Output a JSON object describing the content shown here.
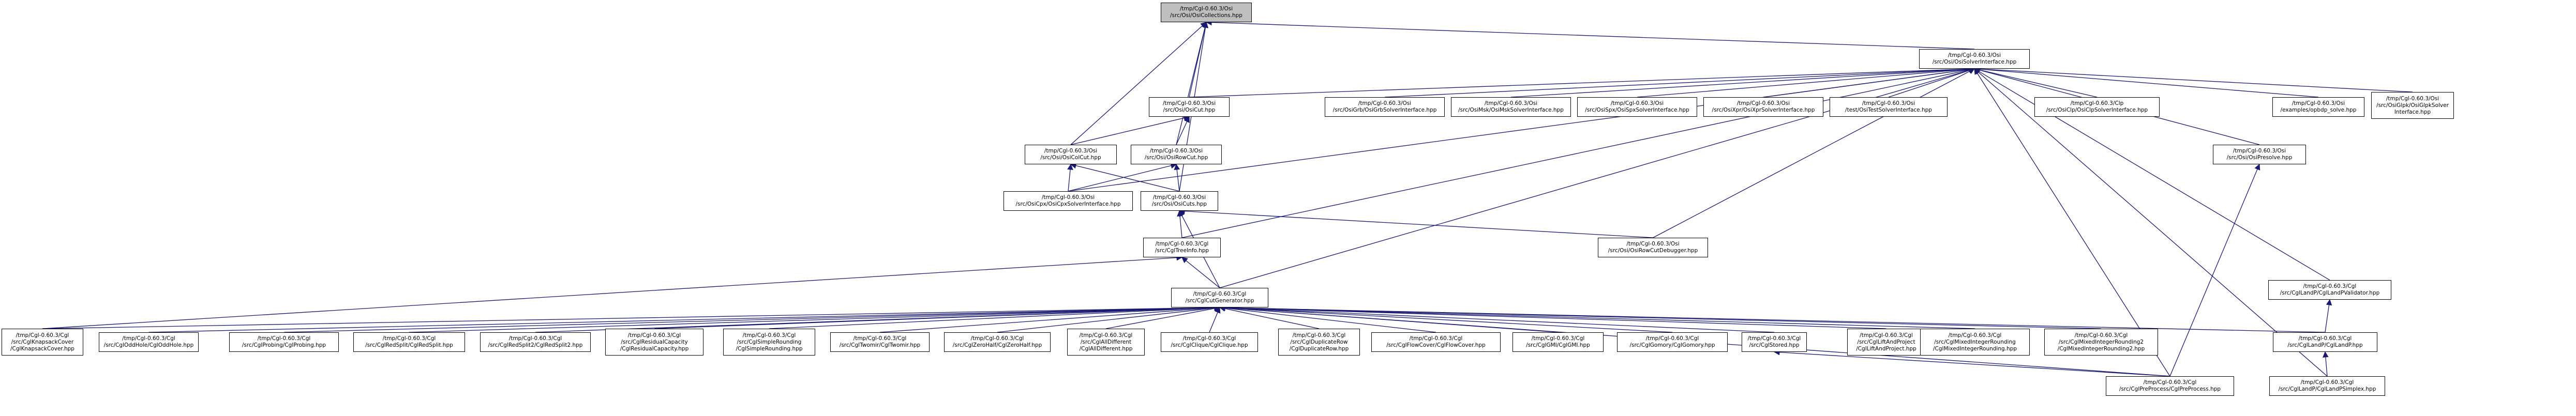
{
  "graph": {
    "edge_color": "#191970",
    "root_fill": "#bfbfbf",
    "node_fill": "#ffffff",
    "nodes": [
      {
        "id": "collections",
        "lines": [
          "/tmp/Cgl-0.60.3/Osi",
          "/src/Osi/OsiCollections.hpp"
        ],
        "root": true
      },
      {
        "id": "solverinterface",
        "lines": [
          "/tmp/Cgl-0.60.3/Osi",
          "/src/Osi/OsiSolverInterface.hpp"
        ]
      },
      {
        "id": "cut",
        "lines": [
          "/tmp/Cgl-0.60.3/Osi",
          "/src/Osi/OsiCut.hpp"
        ]
      },
      {
        "id": "grb",
        "lines": [
          "/tmp/Cgl-0.60.3/Osi",
          "/src/OsiGrb/OsiGrbSolverInterface.hpp"
        ]
      },
      {
        "id": "msk",
        "lines": [
          "/tmp/Cgl-0.60.3/Osi",
          "/src/OsiMsk/OsiMskSolverInterface.hpp"
        ]
      },
      {
        "id": "spx",
        "lines": [
          "/tmp/Cgl-0.60.3/Osi",
          "/src/OsiSpx/OsiSpxSolverInterface.hpp"
        ]
      },
      {
        "id": "xpr",
        "lines": [
          "/tmp/Cgl-0.60.3/Osi",
          "/src/OsiXpr/OsiXprSolverInterface.hpp"
        ]
      },
      {
        "id": "test",
        "lines": [
          "/tmp/Cgl-0.60.3/Osi",
          "/test/OsiTestSolverInterface.hpp"
        ]
      },
      {
        "id": "clp",
        "lines": [
          "/tmp/Cgl-0.60.3/Clp",
          "/src/OsiClp/OsiClpSolverInterface.hpp"
        ]
      },
      {
        "id": "solve",
        "lines": [
          "/tmp/Cgl-0.60.3/Osi",
          "/examples/opbdp_solve.hpp"
        ]
      },
      {
        "id": "glpk",
        "lines": [
          "/tmp/Cgl-0.60.3/Osi",
          "/src/OsiGlpk/OsiGlpkSolver",
          "Interface.hpp"
        ]
      },
      {
        "id": "colcut",
        "lines": [
          "/tmp/Cgl-0.60.3/Osi",
          "/src/Osi/OsiColCut.hpp"
        ]
      },
      {
        "id": "rowcut",
        "lines": [
          "/tmp/Cgl-0.60.3/Osi",
          "/src/Osi/OsiRowCut.hpp"
        ]
      },
      {
        "id": "presolve",
        "lines": [
          "/tmp/Cgl-0.60.3/Osi",
          "/src/Osi/OsiPresolve.hpp"
        ]
      },
      {
        "id": "cpx",
        "lines": [
          "/tmp/Cgl-0.60.3/Osi",
          "/src/OsiCpx/OsiCpxSolverInterface.hpp"
        ]
      },
      {
        "id": "cuts",
        "lines": [
          "/tmp/Cgl-0.60.3/Osi",
          "/src/Osi/OsiCuts.hpp"
        ]
      },
      {
        "id": "treeinfo",
        "lines": [
          "/tmp/Cgl-0.60.3/Cgl",
          "/src/CglTreeInfo.hpp"
        ]
      },
      {
        "id": "debugger",
        "lines": [
          "/tmp/Cgl-0.60.3/Osi",
          "/src/Osi/OsiRowCutDebugger.hpp"
        ]
      },
      {
        "id": "validator",
        "lines": [
          "/tmp/Cgl-0.60.3/Cgl",
          "/src/CglLandP/CglLandPValidator.hpp"
        ]
      },
      {
        "id": "generator",
        "lines": [
          "/tmp/Cgl-0.60.3/Cgl",
          "/src/CglCutGenerator.hpp"
        ]
      },
      {
        "id": "knapsack",
        "lines": [
          "/tmp/Cgl-0.60.3/Cgl",
          "/src/CglKnapsackCover",
          "/CglKnapsackCover.hpp"
        ]
      },
      {
        "id": "oddhole",
        "lines": [
          "/tmp/Cgl-0.60.3/Cgl",
          "/src/CglOddHole/CglOddHole.hpp"
        ]
      },
      {
        "id": "probing",
        "lines": [
          "/tmp/Cgl-0.60.3/Cgl",
          "/src/CglProbing/CglProbing.hpp"
        ]
      },
      {
        "id": "redsplit",
        "lines": [
          "/tmp/Cgl-0.60.3/Cgl",
          "/src/CglRedSplit/CglRedSplit.hpp"
        ]
      },
      {
        "id": "redsplit2",
        "lines": [
          "/tmp/Cgl-0.60.3/Cgl",
          "/src/CglRedSplit2/CglRedSplit2.hpp"
        ]
      },
      {
        "id": "rescap",
        "lines": [
          "/tmp/Cgl-0.60.3/Cgl",
          "/src/CglResidualCapacity",
          "/CglResidualCapacity.hpp"
        ]
      },
      {
        "id": "simpleround",
        "lines": [
          "/tmp/Cgl-0.60.3/Cgl",
          "/src/CglSimpleRounding",
          "/CglSimpleRounding.hpp"
        ]
      },
      {
        "id": "twomir",
        "lines": [
          "/tmp/Cgl-0.60.3/Cgl",
          "/src/CglTwomir/CglTwomir.hpp"
        ]
      },
      {
        "id": "zerohalf",
        "lines": [
          "/tmp/Cgl-0.60.3/Cgl",
          "/src/CglZeroHalf/CglZeroHalf.hpp"
        ]
      },
      {
        "id": "alldifferent",
        "lines": [
          "/tmp/Cgl-0.60.3/Cgl",
          "/src/CglAllDifferent",
          "/CglAllDifferent.hpp"
        ]
      },
      {
        "id": "clique",
        "lines": [
          "/tmp/Cgl-0.60.3/Cgl",
          "/src/CglClique/CglClique.hpp"
        ]
      },
      {
        "id": "duplicaterow",
        "lines": [
          "/tmp/Cgl-0.60.3/Cgl",
          "/src/CglDuplicateRow",
          "/CglDuplicateRow.hpp"
        ]
      },
      {
        "id": "flowcover",
        "lines": [
          "/tmp/Cgl-0.60.3/Cgl",
          "/src/CglFlowCover/CglFlowCover.hpp"
        ]
      },
      {
        "id": "gmi",
        "lines": [
          "/tmp/Cgl-0.60.3/Cgl",
          "/src/CglGMI/CglGMI.hpp"
        ]
      },
      {
        "id": "gomory",
        "lines": [
          "/tmp/Cgl-0.60.3/Cgl",
          "/src/CglGomory/CglGomory.hpp"
        ]
      },
      {
        "id": "stored",
        "lines": [
          "/tmp/Cgl-0.60.3/Cgl",
          "/src/CglStored.hpp"
        ]
      },
      {
        "id": "landpproject",
        "lines": [
          "/tmp/Cgl-0.60.3/Cgl",
          "/src/CglLiftAndProject",
          "/CglLiftAndProject.hpp"
        ]
      },
      {
        "id": "mixedround",
        "lines": [
          "/tmp/Cgl-0.60.3/Cgl",
          "/src/CglMixedIntegerRounding",
          "/CglMixedIntegerRounding.hpp"
        ]
      },
      {
        "id": "mixedround2",
        "lines": [
          "/tmp/Cgl-0.60.3/Cgl",
          "/src/CglMixedIntegerRounding2",
          "/CglMixedIntegerRounding2.hpp"
        ]
      },
      {
        "id": "landp",
        "lines": [
          "/tmp/Cgl-0.60.3/Cgl",
          "/src/CglLandP/CglLandP.hpp"
        ]
      },
      {
        "id": "preprocess",
        "lines": [
          "/tmp/Cgl-0.60.3/Cgl",
          "/src/CglPreProcess/CglPreProcess.hpp"
        ]
      },
      {
        "id": "landpsimplex",
        "lines": [
          "/tmp/Cgl-0.60.3/Cgl",
          "/src/CglLandP/CglLandPSimplex.hpp"
        ]
      }
    ],
    "edges": [
      [
        "collections",
        "solverinterface"
      ],
      [
        "collections",
        "cut"
      ],
      [
        "collections",
        "colcut"
      ],
      [
        "collections",
        "rowcut"
      ],
      [
        "collections",
        "cuts"
      ],
      [
        "solverinterface",
        "cut"
      ],
      [
        "solverinterface",
        "grb"
      ],
      [
        "solverinterface",
        "msk"
      ],
      [
        "solverinterface",
        "spx"
      ],
      [
        "solverinterface",
        "xpr"
      ],
      [
        "solverinterface",
        "test"
      ],
      [
        "solverinterface",
        "clp"
      ],
      [
        "solverinterface",
        "solve"
      ],
      [
        "solverinterface",
        "glpk"
      ],
      [
        "solverinterface",
        "cpx"
      ],
      [
        "solverinterface",
        "presolve"
      ],
      [
        "solverinterface",
        "treeinfo"
      ],
      [
        "solverinterface",
        "debugger"
      ],
      [
        "solverinterface",
        "validator"
      ],
      [
        "solverinterface",
        "generator"
      ],
      [
        "solverinterface",
        "preprocess"
      ],
      [
        "solverinterface",
        "landpsimplex"
      ],
      [
        "cut",
        "colcut"
      ],
      [
        "cut",
        "rowcut"
      ],
      [
        "colcut",
        "cpx"
      ],
      [
        "colcut",
        "cuts"
      ],
      [
        "rowcut",
        "cpx"
      ],
      [
        "rowcut",
        "cuts"
      ],
      [
        "cuts",
        "treeinfo"
      ],
      [
        "cuts",
        "generator"
      ],
      [
        "cuts",
        "debugger"
      ],
      [
        "presolve",
        "preprocess"
      ],
      [
        "treeinfo",
        "generator"
      ],
      [
        "treeinfo",
        "knapsack"
      ],
      [
        "validator",
        "landp"
      ],
      [
        "generator",
        "knapsack"
      ],
      [
        "generator",
        "oddhole"
      ],
      [
        "generator",
        "probing"
      ],
      [
        "generator",
        "redsplit"
      ],
      [
        "generator",
        "redsplit2"
      ],
      [
        "generator",
        "rescap"
      ],
      [
        "generator",
        "simpleround"
      ],
      [
        "generator",
        "twomir"
      ],
      [
        "generator",
        "zerohalf"
      ],
      [
        "generator",
        "alldifferent"
      ],
      [
        "generator",
        "clique"
      ],
      [
        "generator",
        "duplicaterow"
      ],
      [
        "generator",
        "flowcover"
      ],
      [
        "generator",
        "gmi"
      ],
      [
        "generator",
        "gomory"
      ],
      [
        "generator",
        "stored"
      ],
      [
        "generator",
        "landpproject"
      ],
      [
        "generator",
        "mixedround"
      ],
      [
        "generator",
        "mixedround2"
      ],
      [
        "generator",
        "landp"
      ],
      [
        "generator",
        "preprocess"
      ],
      [
        "stored",
        "preprocess"
      ],
      [
        "landp",
        "landpsimplex"
      ]
    ]
  }
}
